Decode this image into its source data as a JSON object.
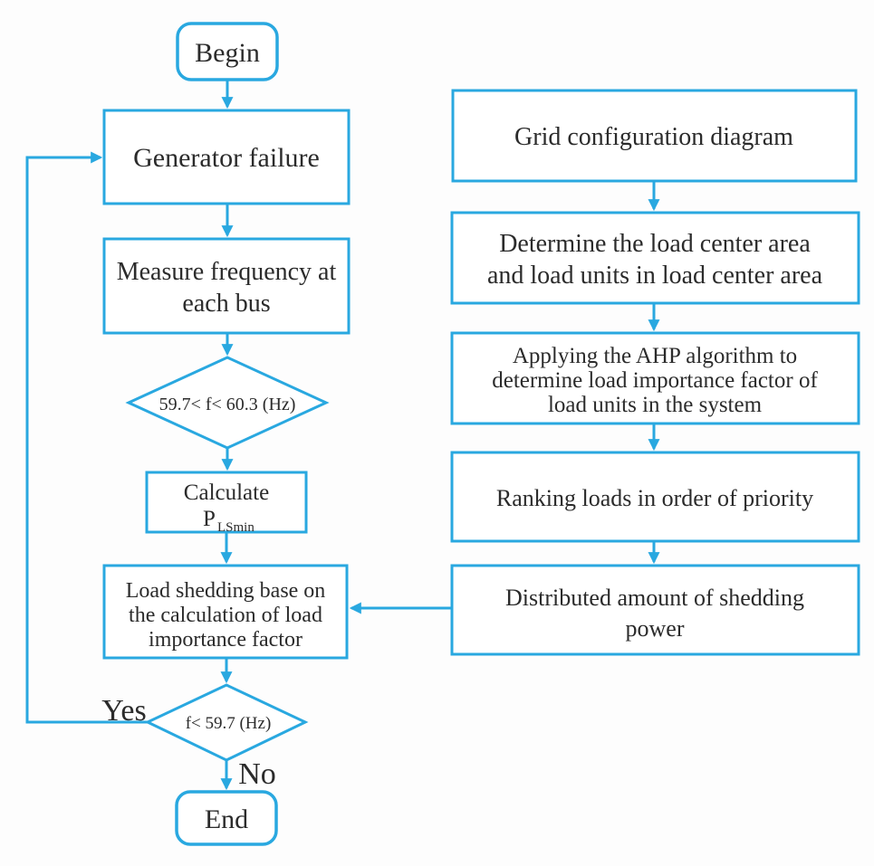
{
  "diagram": {
    "colors": {
      "line": "#29A8E0",
      "text": "#2b2b2b",
      "background": "#ffffff"
    },
    "nodes": {
      "begin": {
        "label": "Begin"
      },
      "generator_failure": {
        "label": "Generator failure"
      },
      "measure_frequency": {
        "lines": [
          "Measure frequency at",
          "each bus"
        ]
      },
      "freq_range_check": {
        "label": "59.7< f< 60.3 (Hz)"
      },
      "calculate_plsmin": {
        "line1": "Calculate",
        "symbol": "P",
        "subscript": "LSmin"
      },
      "load_shedding": {
        "lines": [
          "Load shedding base on",
          "the calculation of load",
          "importance factor"
        ]
      },
      "freq_low_check": {
        "label": "f< 59.7 (Hz)"
      },
      "end": {
        "label": "End"
      },
      "grid_config": {
        "label": "Grid configuration diagram"
      },
      "determine_load_center": {
        "lines": [
          "Determine the load center area",
          "and load units in load center area"
        ]
      },
      "ahp_algorithm": {
        "lines": [
          "Applying the AHP algorithm to",
          "determine load importance factor of",
          "load units in the system"
        ]
      },
      "ranking_loads": {
        "label": "Ranking loads in order of priority"
      },
      "distributed_amount": {
        "lines": [
          "Distributed amount of  shedding",
          "power"
        ]
      }
    },
    "edge_labels": {
      "yes": "Yes",
      "no": "No"
    }
  }
}
